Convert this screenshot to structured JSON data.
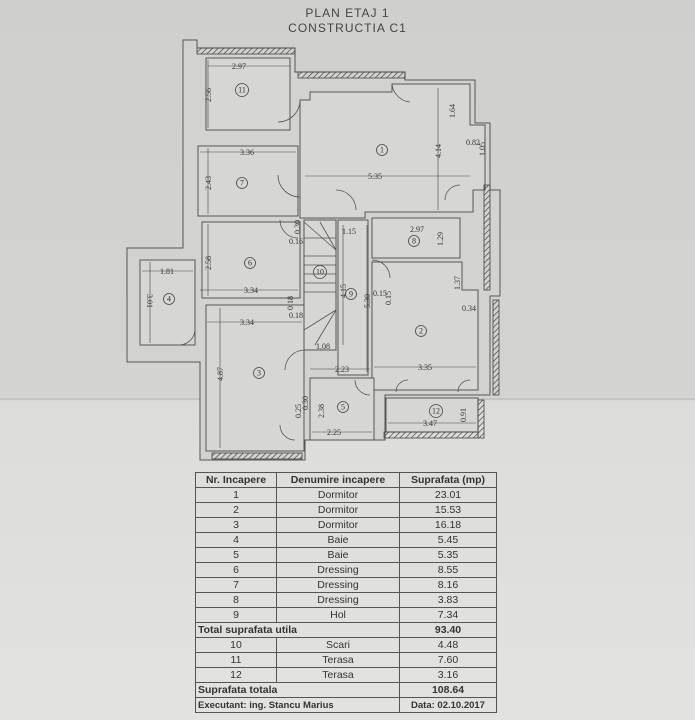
{
  "header": {
    "line1": "PLAN ETAJ 1",
    "line2": "CONSTRUCTIA C1"
  },
  "plan": {
    "room_numbers": [
      "1",
      "2",
      "3",
      "4",
      "5",
      "6",
      "7",
      "8",
      "9",
      "10",
      "11",
      "12"
    ],
    "dimensions": [
      "2.97",
      "2.56",
      "3.36",
      "2.43",
      "5.35",
      "4.14",
      "1.64",
      "0.82",
      "1.05",
      "1.15",
      "2.97",
      "1.29",
      "0.30",
      "0.16",
      "2.58",
      "3.34",
      "1.81",
      "3.01",
      "4.15",
      "5.30",
      "0.15",
      "0.15",
      "1.37",
      "0.34",
      "0.18",
      "0.18",
      "3.34",
      "1.08",
      "4.87",
      "2.23",
      "3.35",
      "2.38",
      "0.25",
      "0.30",
      "2.25",
      "3.47",
      "0.91"
    ]
  },
  "table": {
    "headers": [
      "Nr. Incapere",
      "Denumire incapere",
      "Suprafata (mp)"
    ],
    "rows": [
      {
        "nr": "1",
        "name": "Dormitor",
        "area": "23.01"
      },
      {
        "nr": "2",
        "name": "Dormitor",
        "area": "15.53"
      },
      {
        "nr": "3",
        "name": "Dormitor",
        "area": "16.18"
      },
      {
        "nr": "4",
        "name": "Baie",
        "area": "5.45"
      },
      {
        "nr": "5",
        "name": "Baie",
        "area": "5.35"
      },
      {
        "nr": "6",
        "name": "Dressing",
        "area": "8.55"
      },
      {
        "nr": "7",
        "name": "Dressing",
        "area": "8.16"
      },
      {
        "nr": "8",
        "name": "Dressing",
        "area": "3.83"
      },
      {
        "nr": "9",
        "name": "Hol",
        "area": "7.34"
      }
    ],
    "subtotal": {
      "label": "Total suprafata utila",
      "value": "93.40"
    },
    "rows2": [
      {
        "nr": "10",
        "name": "Scari",
        "area": "4.48"
      },
      {
        "nr": "11",
        "name": "Terasa",
        "area": "7.60"
      },
      {
        "nr": "12",
        "name": "Terasa",
        "area": "3.16"
      }
    ],
    "total": {
      "label": "Suprafata totala",
      "value": "108.64"
    },
    "executant": "Executant: ing. Stancu Marius",
    "date": "Data: 02.10.2017"
  }
}
